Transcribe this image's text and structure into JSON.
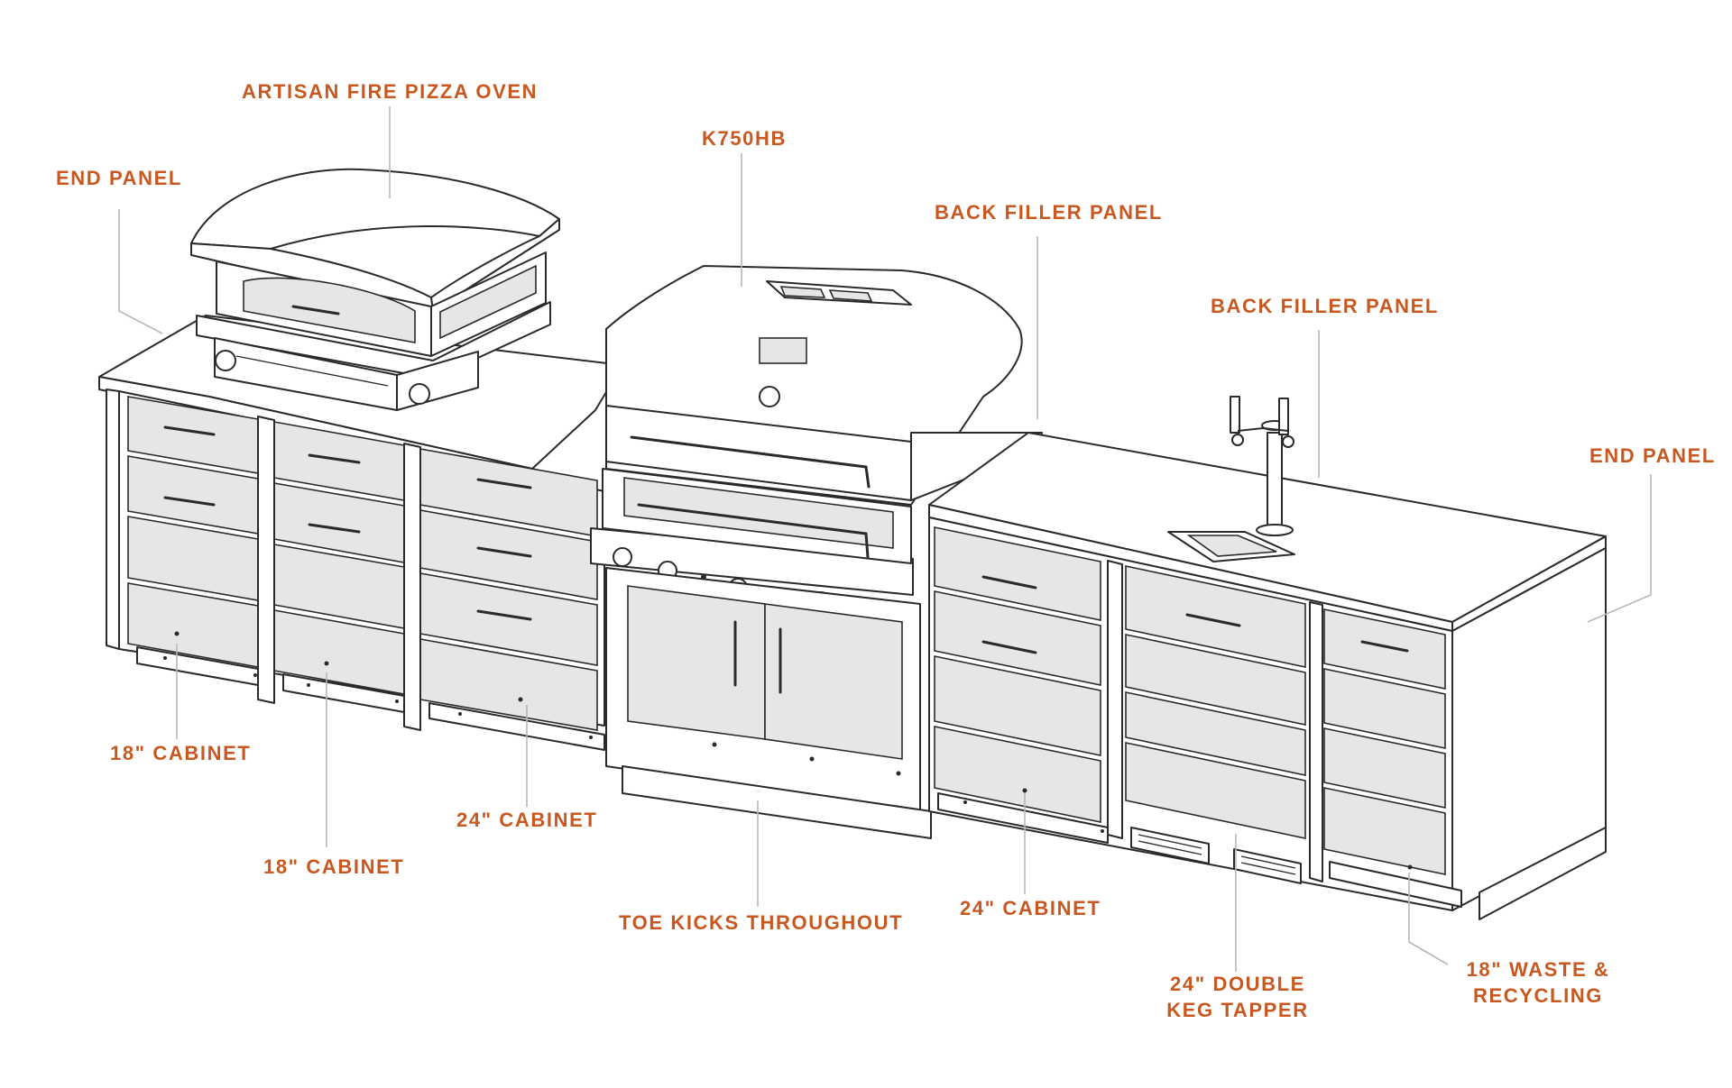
{
  "labels": {
    "pizza_oven": "ARTISAN FIRE PIZZA OVEN",
    "end_panel_left": "END PANEL",
    "grill_model": "K750HB",
    "back_filler_panel_1": "BACK FILLER PANEL",
    "back_filler_panel_2": "BACK FILLER PANEL",
    "end_panel_right": "END PANEL",
    "cabinet_18_left": "18\" CABINET",
    "cabinet_18_middle": "18\" CABINET",
    "cabinet_24_left": "24\" CABINET",
    "toe_kicks": "TOE KICKS THROUGHOUT",
    "cabinet_24_right": "24\" CABINET",
    "keg_tapper": "24\" DOUBLE\nKEG TAPPER",
    "waste_recycling": "18\" WASTE &\nRECYCLING"
  },
  "colors": {
    "label": "#c8581f",
    "leader_line": "#b8b8b8",
    "line_art": "#2a2a2a",
    "panel_fill": "#e6e6e6",
    "background": "#ffffff"
  }
}
